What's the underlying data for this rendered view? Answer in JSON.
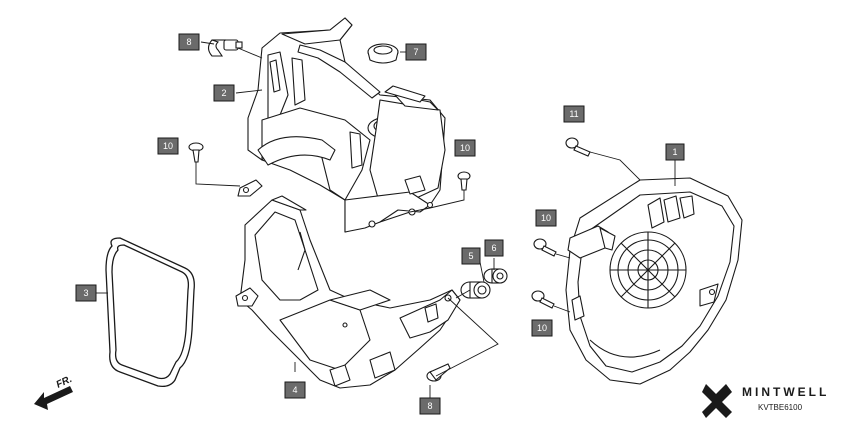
{
  "diagram": {
    "callouts": {
      "c1": "1",
      "c2": "2",
      "c3": "3",
      "c4": "4",
      "c5": "5",
      "c6": "6",
      "c7": "7",
      "c8a": "8",
      "c8b": "8",
      "c10a": "10",
      "c10b": "10",
      "c10c": "10",
      "c10d": "10",
      "c11": "11"
    },
    "direction_label": "FR.",
    "diagram_code": "KVTBE6100",
    "brand": "MINTWELL",
    "colors": {
      "callout_fill": "#6b6b6b",
      "line": "#1a1a1a",
      "part_fill": "#ffffff"
    }
  }
}
